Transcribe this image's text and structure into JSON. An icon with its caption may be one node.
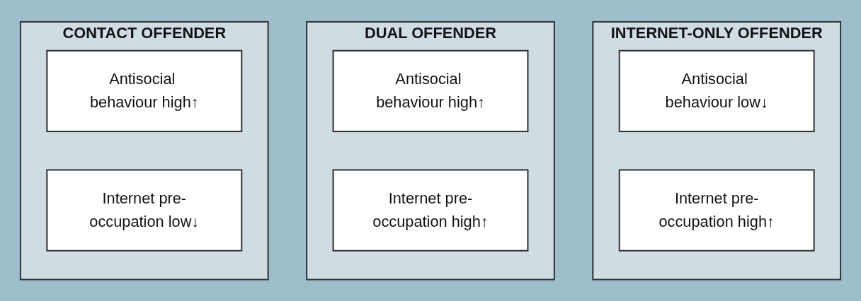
{
  "diagram": {
    "nodes": [
      {
        "text": [
          "CONTACT OFFENDER"
        ]
      },
      {
        "text": [
          "Antisocial behaviour high↑"
        ],
        "in": 0
      },
      {
        "text": [
          "Internet pre-occupation low↓"
        ],
        "in": 0
      },
      {
        "text": [
          "DUAL OFFENDER"
        ]
      },
      {
        "text": [
          "Antisocial behaviour high↑"
        ],
        "in": 3
      },
      {
        "text": [
          "Internet pre-occupation high↑"
        ],
        "in": 3
      },
      {
        "text": [
          "INTERNET-ONLY OFFENDER"
        ]
      },
      {
        "text": [
          "Antisocial behaviour low↓"
        ],
        "in": 6
      },
      {
        "text": [
          "Internet pre-occupation high↑"
        ],
        "in": 6
      }
    ]
  }
}
